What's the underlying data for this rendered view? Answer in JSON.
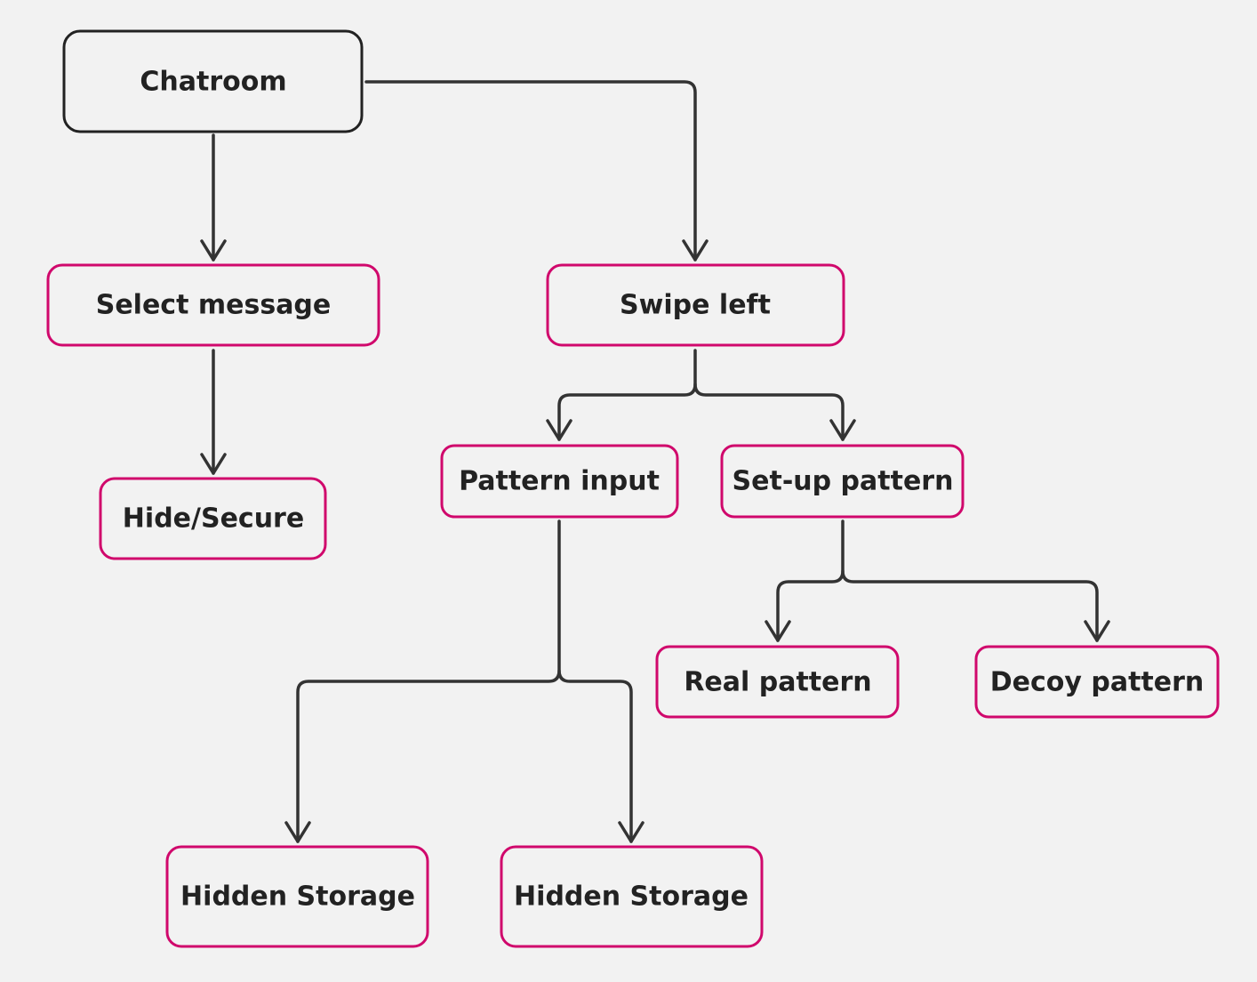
{
  "colors": {
    "background": "#f2f2f2",
    "root_border": "#222222",
    "node_border": "#d0086c",
    "connector": "#333333",
    "text": "#222222"
  },
  "nodes": {
    "chatroom": "Chatroom",
    "select_message": "Select message",
    "swipe_left": "Swipe left",
    "hide_secure": "Hide/Secure",
    "pattern_input": "Pattern input",
    "setup_pattern": "Set-up pattern",
    "real_pattern": "Real pattern",
    "decoy_pattern": "Decoy pattern",
    "hidden_storage_1": "Hidden Storage",
    "hidden_storage_2": "Hidden Storage"
  },
  "edges": [
    {
      "from": "chatroom",
      "to": "select_message"
    },
    {
      "from": "chatroom",
      "to": "swipe_left"
    },
    {
      "from": "select_message",
      "to": "hide_secure"
    },
    {
      "from": "swipe_left",
      "to": "pattern_input"
    },
    {
      "from": "swipe_left",
      "to": "setup_pattern"
    },
    {
      "from": "setup_pattern",
      "to": "real_pattern"
    },
    {
      "from": "setup_pattern",
      "to": "decoy_pattern"
    },
    {
      "from": "pattern_input",
      "to": "hidden_storage_1"
    },
    {
      "from": "pattern_input",
      "to": "hidden_storage_2"
    }
  ]
}
